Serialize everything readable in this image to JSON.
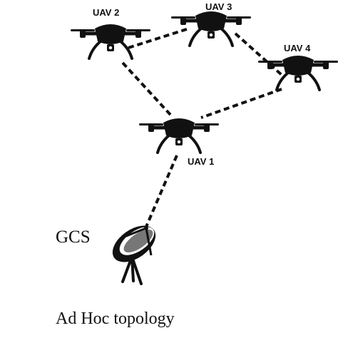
{
  "nodes": {
    "uav1": {
      "label": "UAV 1"
    },
    "uav2": {
      "label": "UAV 2"
    },
    "uav3": {
      "label": "UAV 3"
    },
    "uav4": {
      "label": "UAV 4"
    },
    "gcs": {
      "label": "GCS"
    }
  },
  "caption": "Ad Hoc topology",
  "links": [
    [
      "uav2",
      "uav3"
    ],
    [
      "uav3",
      "uav4"
    ],
    [
      "uav2",
      "uav1"
    ],
    [
      "uav4",
      "uav1"
    ],
    [
      "uav1",
      "gcs"
    ]
  ],
  "colors": {
    "ink": "#111111",
    "background": "#ffffff"
  }
}
